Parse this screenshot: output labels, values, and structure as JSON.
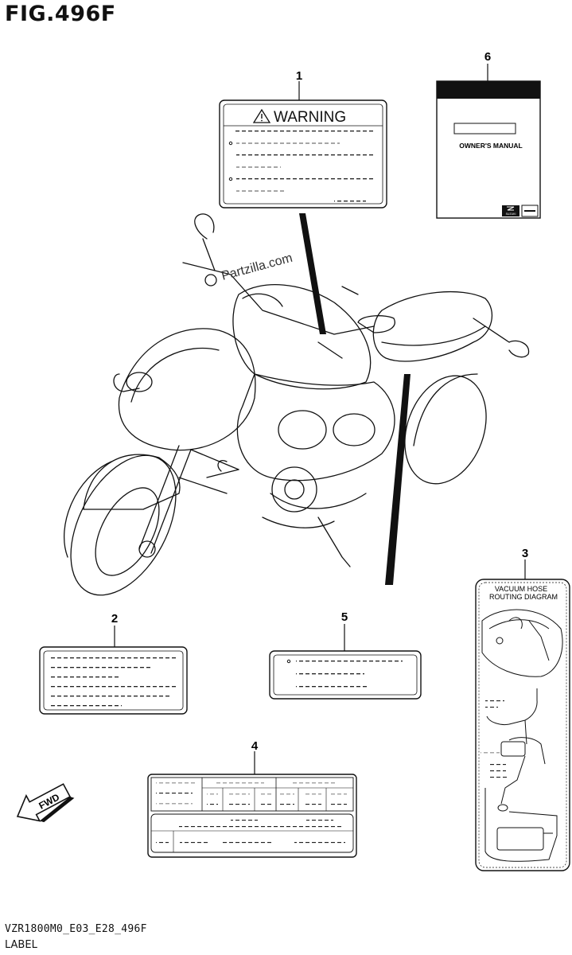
{
  "figure": {
    "title": "FIG.496F"
  },
  "callouts": [
    "1",
    "2",
    "3",
    "4",
    "5",
    "6"
  ],
  "warning_label": {
    "heading": "WARNING"
  },
  "owners_manual": {
    "title": "OWNER'S MANUAL",
    "brand": "SUZUKI"
  },
  "vacuum_label": {
    "line1": "VACUUM HOSE",
    "line2": "ROUTING DIAGRAM"
  },
  "fwd_arrow": {
    "text": "FWD"
  },
  "watermark": {
    "text": "Partzilla.com"
  },
  "footer": {
    "code": "VZR1800M0_E03_E28_496F",
    "name": "LABEL"
  }
}
